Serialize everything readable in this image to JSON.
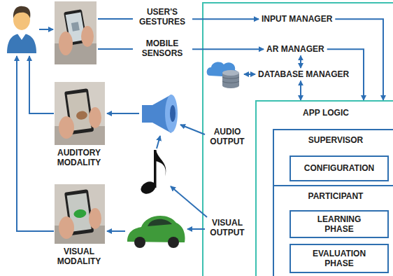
{
  "diagram": {
    "nodes": [
      {
        "text": [
          "USER'S GESTURES"
        ]
      },
      {
        "text": [
          "MOBILE SENSORS"
        ]
      },
      {
        "text": [
          "INPUT MANAGER"
        ]
      },
      {
        "text": [
          "AR MANAGER"
        ]
      },
      {
        "text": [
          "DATABASE MANAGER"
        ]
      },
      {
        "text": [
          "APP LOGIC"
        ]
      },
      {
        "text": [
          "SUPERVISOR"
        ],
        "in": 5
      },
      {
        "text": [
          "CONFIGURATION"
        ],
        "in": 6
      },
      {
        "text": [
          "PARTICIPANT"
        ],
        "in": 5
      },
      {
        "text": [
          "LEARNING PHASE"
        ],
        "in": 8
      },
      {
        "text": [
          "EVALUATION PHASE"
        ],
        "in": 8
      }
    ],
    "edges": [
      {
        "from": 0,
        "to": 2,
        "arrow": "to"
      },
      {
        "from": 1,
        "to": 3,
        "arrow": "to"
      },
      {
        "from": 3,
        "to": 4,
        "arrow": "both"
      },
      {
        "from": 4,
        "to": 5,
        "arrow": "both"
      },
      {
        "from": 2,
        "to": 5,
        "arrow": "to"
      },
      {
        "from": 3,
        "to": 5,
        "arrow": "to"
      }
    ],
    "labels": [
      "AUDIO OUTPUT",
      "VISUAL OUTPUT",
      "AUDITORY MODALITY",
      "VISUAL MODALITY"
    ]
  }
}
